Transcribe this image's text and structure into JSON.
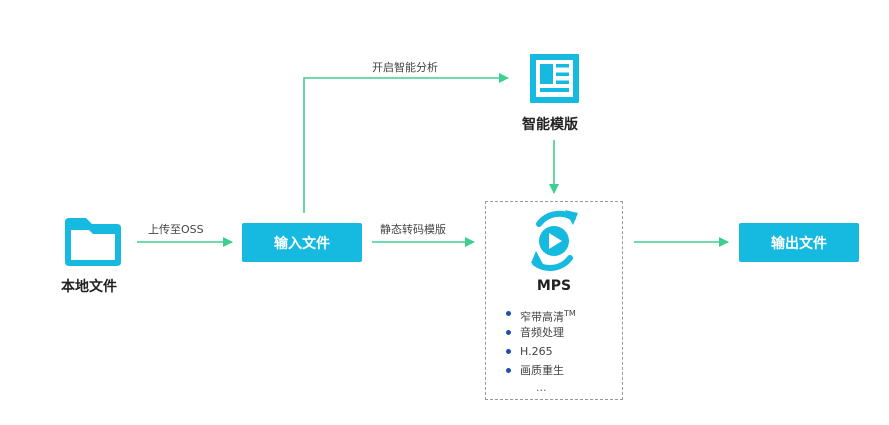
{
  "nodes": {
    "local_file": "本地文件",
    "input_file": "输入文件",
    "smart_template": "智能模版",
    "mps": "MPS",
    "output_file": "输出文件"
  },
  "edges": {
    "upload": "上传至OSS",
    "enable_smart": "开启智能分析",
    "static_template": "静态转码模版"
  },
  "mps_features": [
    "窄带高清",
    "音频处理",
    "H.265",
    "画质重生"
  ],
  "mps_feature_tm": "TM",
  "mps_ellipsis": "...",
  "colors": {
    "arrow": "#3ecf8e",
    "accent": "#16b9e0",
    "bullet": "#1f4fa8"
  }
}
